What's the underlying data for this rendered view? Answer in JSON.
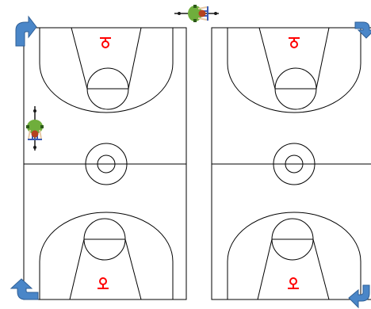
{
  "diagram": {
    "courts": [
      {
        "id": "court-left"
      },
      {
        "id": "court-right"
      }
    ],
    "figures": [
      {
        "id": "cyclist-top",
        "direction": "right"
      },
      {
        "id": "cyclist-left-sideline",
        "direction": "down"
      }
    ],
    "turn_arrows": [
      {
        "id": "arrow-top-left",
        "direction": "right"
      },
      {
        "id": "arrow-bottom-left",
        "direction": "up"
      },
      {
        "id": "arrow-top-right",
        "direction": "down"
      },
      {
        "id": "arrow-bottom-right",
        "direction": "left"
      }
    ],
    "colors": {
      "court_lines": "#000000",
      "basket": "#ff0000",
      "arrow_fill": "#4a86c8",
      "arrow_stroke": "#2f5f96",
      "rider_shirt": "#6fae3c",
      "rider_head": "#b5421f",
      "bike_frame": "#3b5bb5"
    }
  }
}
